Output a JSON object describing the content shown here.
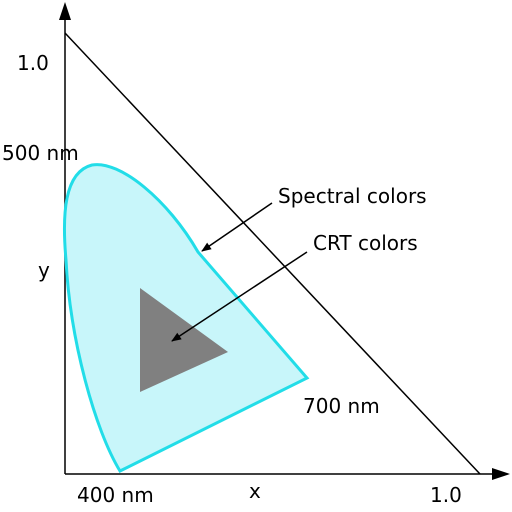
{
  "axes": {
    "x_label": "x",
    "y_label": "y",
    "x_max_label": "1.0",
    "y_max_label": "1.0"
  },
  "wavelengths": {
    "w500": "500 nm",
    "w700": "700 nm",
    "w400": "400 nm"
  },
  "callouts": {
    "spectral": "Spectral colors",
    "crt": "CRT colors"
  },
  "colors": {
    "spectral_stroke": "#22dde8",
    "spectral_fill": "#c8f6fa",
    "crt_fill": "#808080",
    "line": "#000000"
  }
}
